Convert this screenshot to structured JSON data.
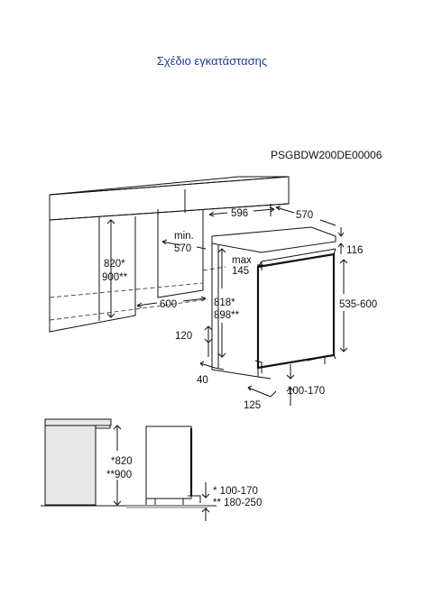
{
  "page": {
    "title": "Σχέδιο εγκατάστασης",
    "model_code": "PSGBDW200DE00006"
  },
  "dimensions": {
    "width_596": "596",
    "depth_570": "570",
    "min_label": "min.",
    "min_value": "570",
    "height_820": "820*",
    "height_900": "900**",
    "max_label": "max",
    "max_value": "145",
    "top_116": "116",
    "height_818": "818*",
    "height_898": "898**",
    "door_range": "535-600",
    "depth_600": "600",
    "plinth_120": "120",
    "side_40": "40",
    "foot_125": "125",
    "plinth_range": "100-170"
  },
  "side_view": {
    "height_820": "*820",
    "height_900": "**900",
    "plinth_a": "* 100-170",
    "plinth_b": "** 180-250"
  },
  "colors": {
    "title": "#1f3e8a",
    "fill_gray": "#e8e8e8"
  }
}
